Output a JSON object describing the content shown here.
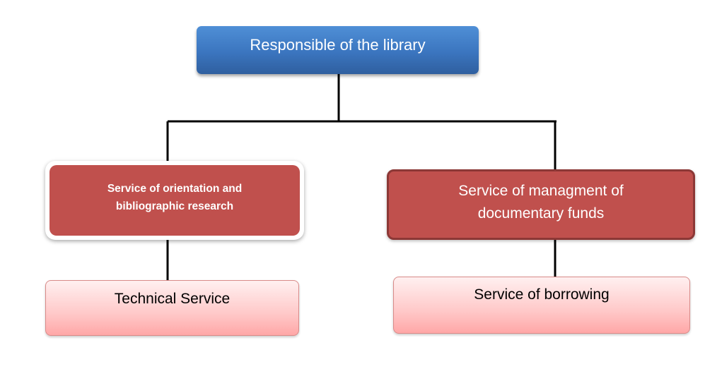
{
  "diagram": {
    "root": {
      "label": "Responsible of the library"
    },
    "children": [
      {
        "label_line1": "Service of orientation and",
        "label_line2": "bibliographic  research",
        "child": {
          "label": "Technical Service"
        }
      },
      {
        "label_line1": "Service of  managment of",
        "label_line2": "documentary  funds",
        "child": {
          "label": "Service of borrowing"
        }
      }
    ],
    "colors": {
      "root_fill": "#3b75bf",
      "service_fill": "#c0504d",
      "sub_fill": "#ffc9c9",
      "connector": "#000000"
    }
  }
}
